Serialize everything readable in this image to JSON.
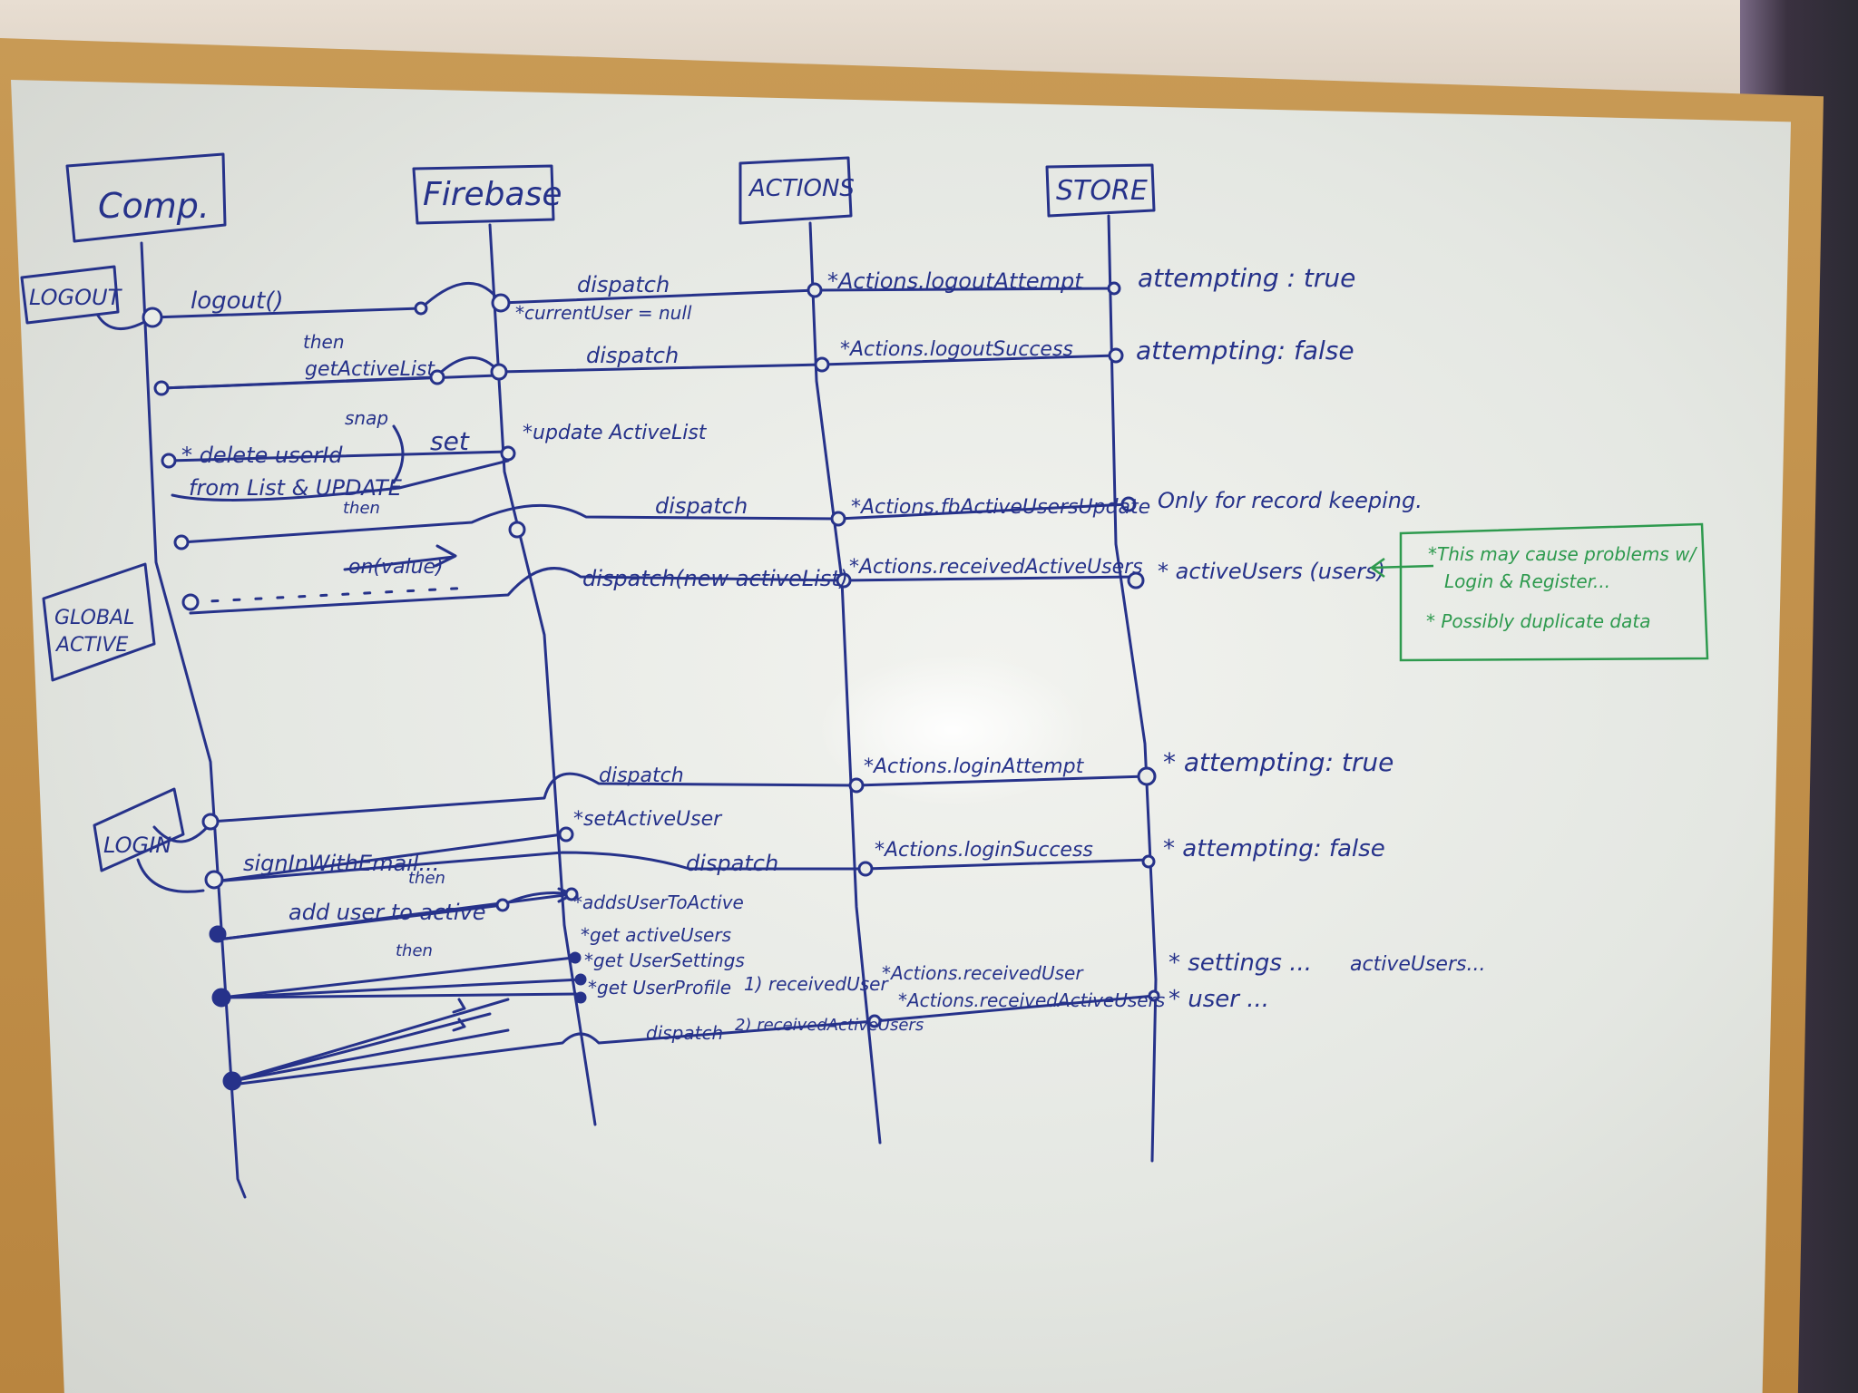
{
  "lanes": {
    "comp": "Comp.",
    "firebase": "Firebase",
    "actions": "ACTIONS",
    "store": "STORE"
  },
  "triggers": {
    "logout": "LOGOUT",
    "global_active": [
      "GLOBAL",
      "ACTIVE"
    ],
    "login": "LOGIN"
  },
  "logout_flow": {
    "comp_logout": "logout()",
    "dispatch_1": "dispatch",
    "action_logout_attempt": "*Actions.logoutAttempt",
    "store_attempting_true": "attempting : true",
    "current_user_null": "*currentUser = null",
    "then_1": "then",
    "get_active_list": "getActiveList",
    "dispatch_2": "dispatch",
    "action_logout_success": "*Actions.logoutSuccess",
    "store_attempting_false": "attempting: false",
    "snap": "snap",
    "delete_user_line1": "* delete userId",
    "delete_user_line2": "from List & UPDATE",
    "set": "set",
    "update_active_list": "*update ActiveList",
    "then_2": "then",
    "dispatch_3": "dispatch",
    "action_fb_active_users_update": "*Actions.fbActiveUsersUpdate",
    "store_record_keeping": "Only for record keeping.",
    "on_value": "on(value)",
    "dispatch_new_active_list": "dispatch(new activeList)",
    "action_received_active_users": "*Actions.receivedActiveUsers",
    "store_active_users": "* activeUsers (users)"
  },
  "login_flow": {
    "dispatch_login": "dispatch",
    "action_login_attempt": "*Actions.loginAttempt",
    "store_attempting_true": "* attempting: true",
    "set_active_user": "*setActiveUser",
    "sign_in": "signInWithEmail...",
    "dispatch_success": "dispatch",
    "action_login_success": "*Actions.loginSuccess",
    "store_attempting_false": "* attempting: false",
    "then_1": "then",
    "add_user_to_active": "add user to active",
    "adds_user_to_active": "*addsUserToActive",
    "then_2": "then",
    "get_active_users": "*get activeUsers",
    "get_user_settings": "*get UserSettings",
    "get_user_profile": "*get UserProfile",
    "received_user_1": "1) receivedUser",
    "received_active_users_2": "2) receivedActiveUsers",
    "dispatch_final": "dispatch",
    "action_received_user": "*Actions.receivedUser",
    "action_received_active_users": "*Actions.receivedActiveUsers",
    "store_settings": "* settings ...",
    "store_active_users": "activeUsers...",
    "store_user": "* user ..."
  },
  "green_note": {
    "line1": "*This may cause problems w/",
    "line2": "Login & Register...",
    "line3": "* Possibly duplicate data"
  },
  "colors": {
    "ink_blue": "#26328a",
    "ink_green": "#2e9a4e",
    "frame_wood": "#c89a55",
    "board": "#eef0ec"
  }
}
